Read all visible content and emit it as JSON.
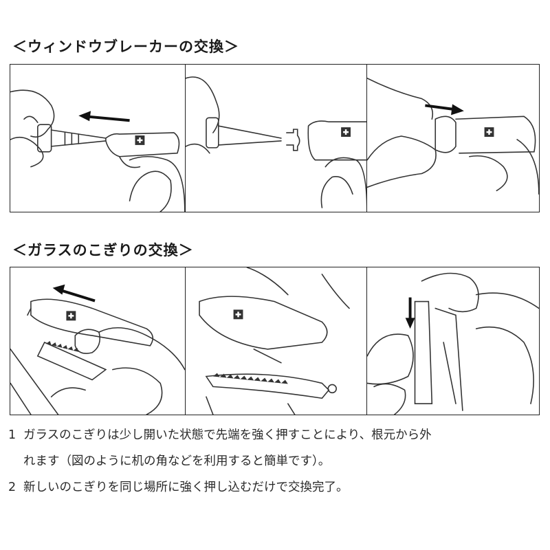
{
  "section1": {
    "heading": "＜ウィンドウブレーカーの交換＞"
  },
  "section2": {
    "heading": "＜ガラスのこぎりの交換＞"
  },
  "steps": [
    {
      "number": "1",
      "line1": "ガラスのこぎりは少し開いた状態で先端を強く押すことにより、根元から外",
      "line2": "れます（図のように机の角などを利用すると簡単です）。"
    },
    {
      "number": "2",
      "line1": "新しいのこぎりを同じ場所に強く押し込むだけで交換完了。"
    }
  ],
  "icons": {
    "arrow": "arrow-icon",
    "cross": "swiss-cross-icon"
  }
}
